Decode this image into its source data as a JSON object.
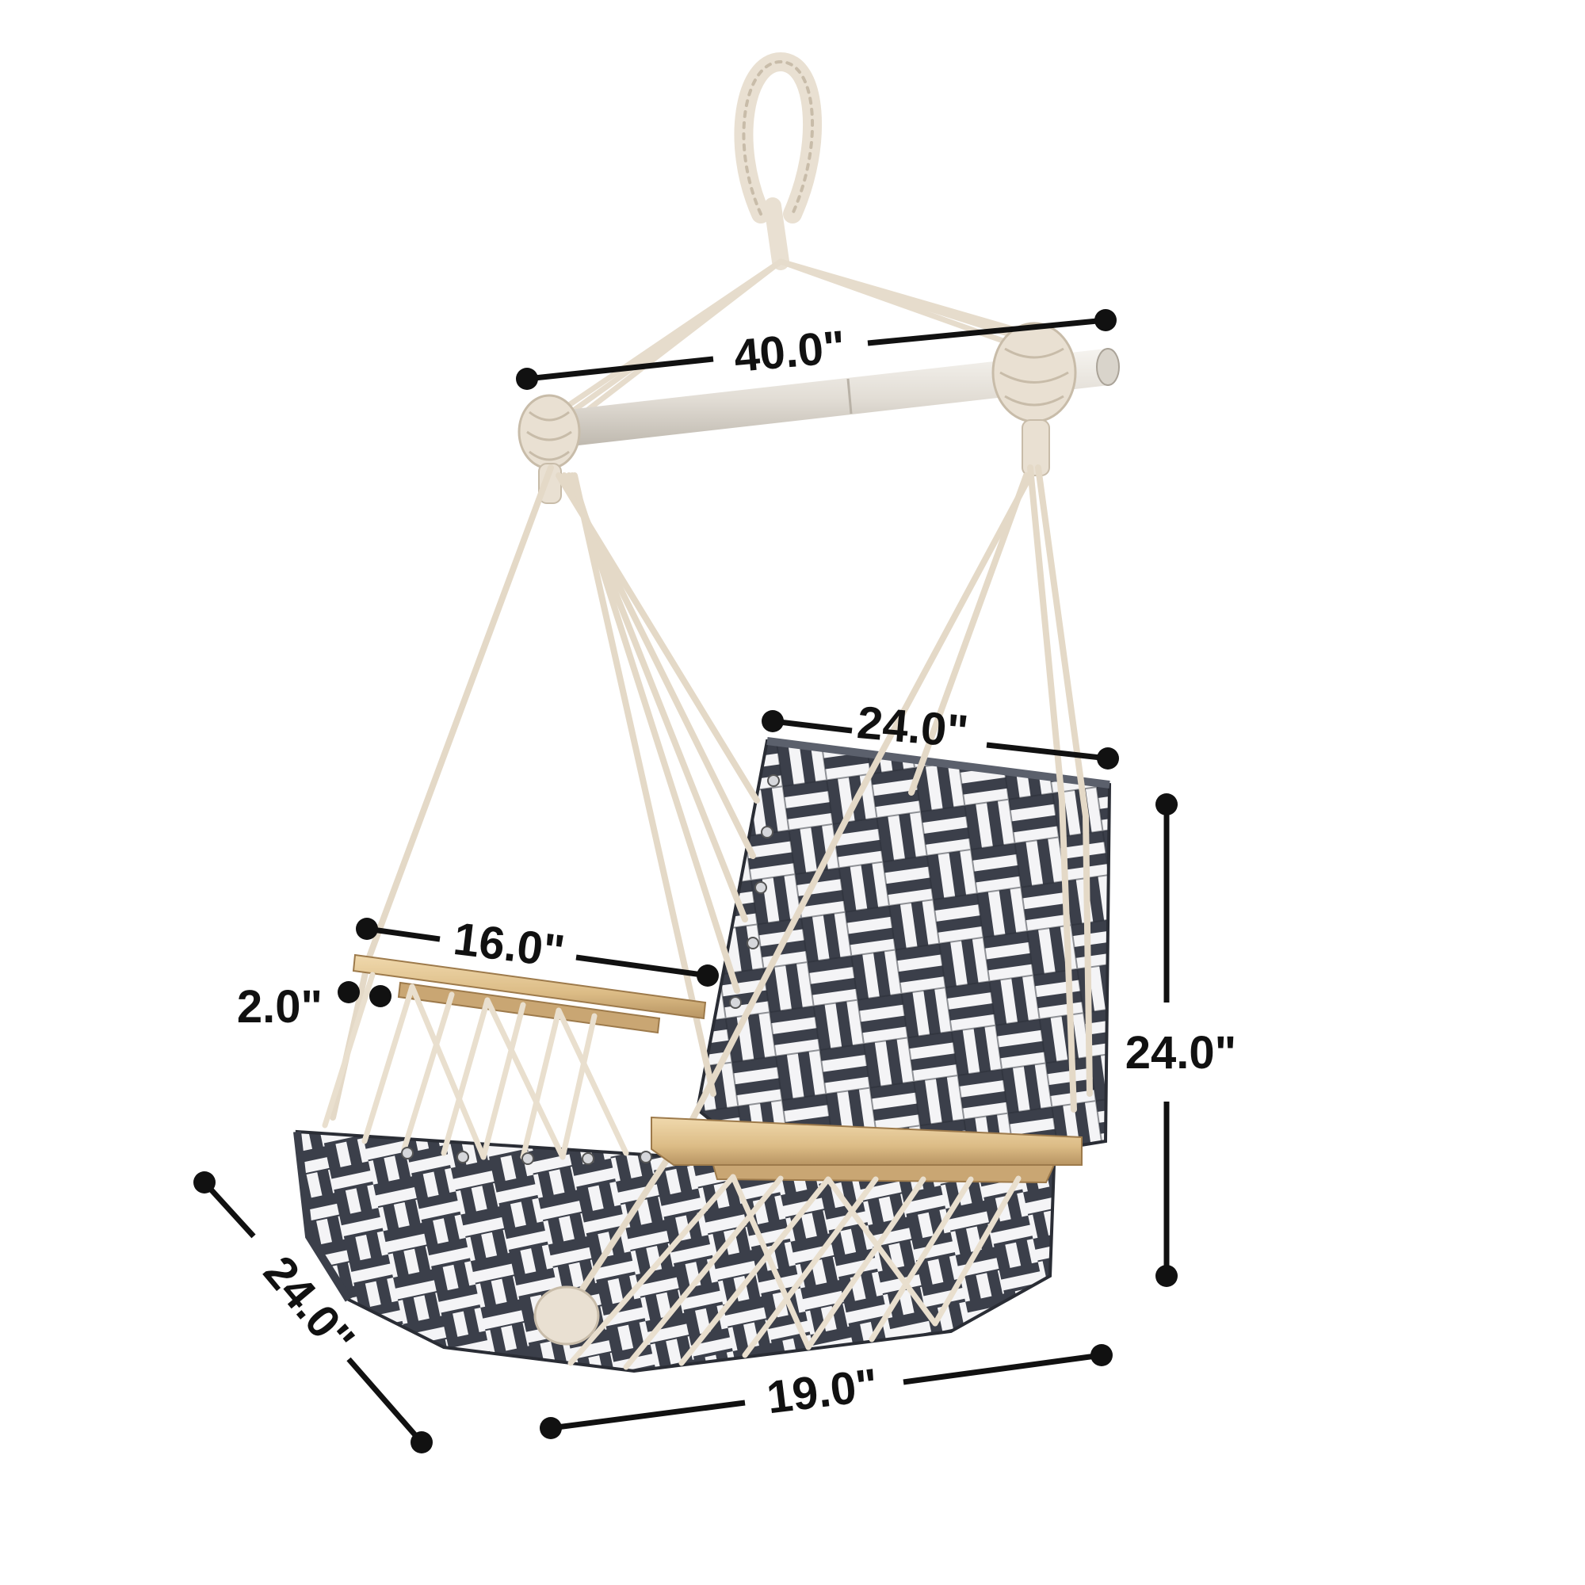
{
  "colors": {
    "rope": "#e9e0d2",
    "rope_shadow": "#c8bca9",
    "bar": "#e6e2db",
    "wood": "#e2c696",
    "wood_dark": "#b89563",
    "stripe_dark": "#3b3f4a",
    "stripe_light": "#f4f4f6",
    "dimension": "#111111"
  },
  "dimensions": {
    "spreader_bar_length": "40.0\"",
    "backrest_width": "24.0\"",
    "armrest_length": "16.0\"",
    "armrest_thickness": "2.0\"",
    "backrest_height": "24.0\"",
    "seat_depth": "24.0\"",
    "seat_width": "19.0\""
  }
}
